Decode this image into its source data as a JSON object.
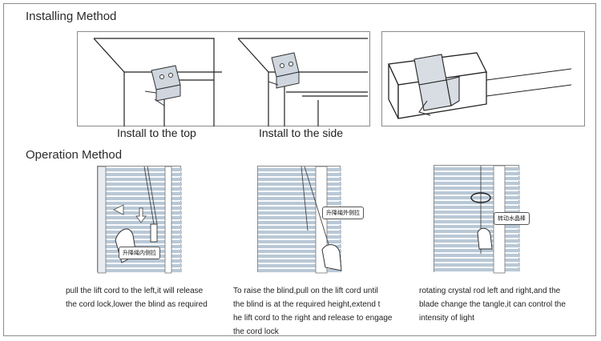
{
  "installing": {
    "heading": "Installing Method",
    "caption_top": "Install to the top",
    "caption_side": "Install to the side"
  },
  "operation": {
    "heading": "Operation Method",
    "steps": [
      {
        "tag": "升降绳内侧拉",
        "lines": [
          "pull the lift cord to the left,it will release",
          "the cord lock,lower the blind as required"
        ]
      },
      {
        "tag": "升降绳外侧拉",
        "lines": [
          "To raise the blind,pull on the lift cord until",
          "the blind is at the required height,extend t",
          "he lift cord to the right and release to engage",
          "the cord lock"
        ]
      },
      {
        "tag": "转动水晶棒",
        "lines": [
          "rotating crystal rod left and right,and the",
          "blade change the tangle,it can control the",
          "intensity of light"
        ]
      }
    ]
  },
  "colors": {
    "slat": "#b9c8d6",
    "slat_edge": "#f4f7fa",
    "border": "#8a8a8a"
  }
}
